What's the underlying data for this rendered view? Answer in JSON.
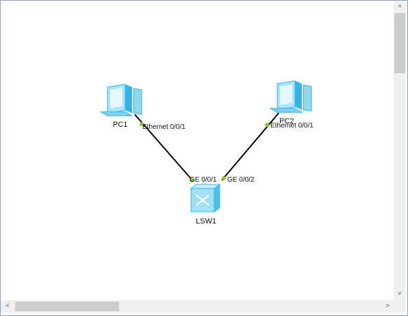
{
  "devices": {
    "pc1": {
      "label": "PC1",
      "icon": "pc-icon"
    },
    "pc2": {
      "label": "PC2",
      "icon": "pc-icon"
    },
    "lsw1": {
      "label": "LSW1",
      "icon": "switch-icon"
    }
  },
  "links": {
    "pc1_side": "Ethernet 0/0/1",
    "lsw1_pc1_side": "GE 0/0/1",
    "pc2_side": "Ethernet 0/0/1",
    "lsw1_pc2_side": "GE 0/0/2"
  },
  "colors": {
    "device_light": "#a8e4f8",
    "device_dark": "#35b4e6",
    "port_dot": "#7ccf2a",
    "link": "#000000"
  },
  "scrollbars": {
    "up_arrow": "˄",
    "down_arrow": "˅",
    "left_arrow": "<",
    "right_arrow": ">"
  }
}
